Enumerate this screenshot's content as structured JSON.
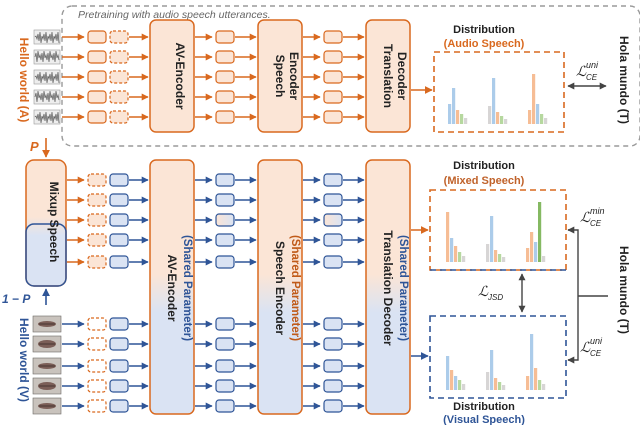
{
  "pretraining_label": "Pretraining with audio speech utterances.",
  "inputs": {
    "audio_label": "Hello world (A)",
    "visual_label": "Hello world (V)",
    "p_label": "P",
    "one_minus_p_label": "1 − P"
  },
  "blocks": {
    "mixup": "Mixup Speech",
    "av_encoder": "AV-Encoder",
    "speech_encoder_top": [
      "Speech",
      "Encoder"
    ],
    "translation_decoder_top": [
      "Translation",
      "Decoder"
    ],
    "speech_encoder_bottom": "Speech Encoder",
    "translation_decoder_bottom": "Translation Decoder",
    "shared_parameter": "(Shared Parameter)"
  },
  "distributions": {
    "title": "Distribution",
    "audio": "(Audio Speech)",
    "mixed": "(Mixed Speech)",
    "visual": "(Visual Speech)"
  },
  "losses": {
    "uni": "ℒ",
    "uni_sub": "CE",
    "uni_sup": "uni",
    "min_sup": "min",
    "jsd_sub": "JSD"
  },
  "outputs": {
    "target_top": "Hola mundo (T)",
    "target_bottom": "Hola mundo (T)"
  },
  "colors": {
    "orange": "#d9691f",
    "blue": "#2f5597",
    "orange_fill": "#fbe5d6",
    "blue_fill": "#dae3f3",
    "grey_dash": "#9a9a9a"
  }
}
